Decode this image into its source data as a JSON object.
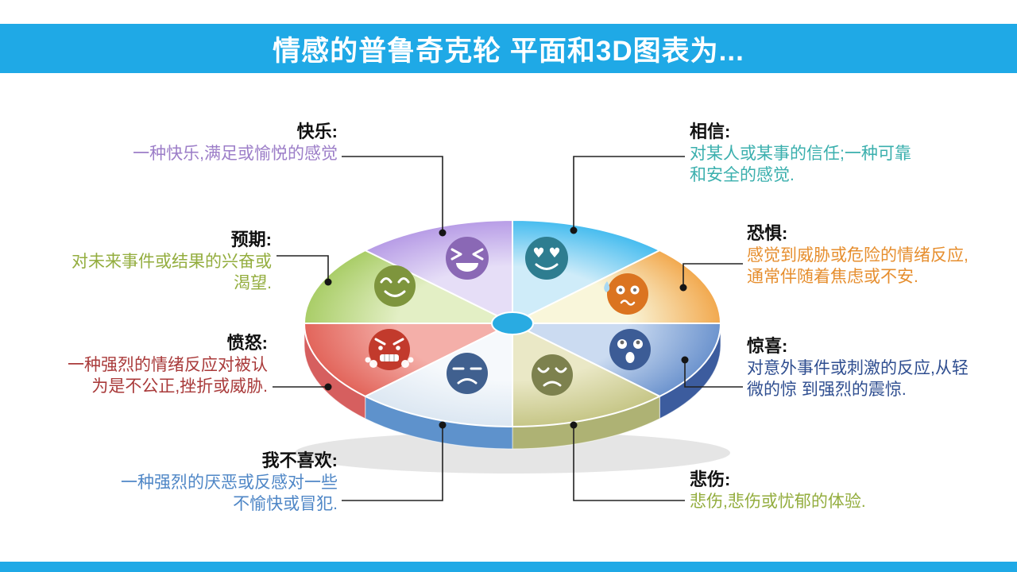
{
  "header": {
    "title": "情感的普鲁奇克轮 平面和3D图表为..."
  },
  "theme": {
    "banner_color": "#1FA9E6",
    "banner_text_color": "#FFFFFF",
    "background_color": "#FFFFFF",
    "wheel_center_color": "#29ABE2"
  },
  "emotions": [
    {
      "id": "joy",
      "name": "快乐:",
      "desc": "一种快乐,满足或愉悦的感觉",
      "icon": "laughing-face-emoji",
      "text_color": "#9C7EC8",
      "slice_light": "#E6DEF7",
      "slice_edge": "#B79CE6",
      "face_color": "#8A68B5"
    },
    {
      "id": "trust",
      "name": "相信:",
      "desc": "对某人或某事的信任;一种可靠和安全的感觉.",
      "icon": "heart-eyes-face-emoji",
      "text_color": "#3AAFAD",
      "slice_light": "#CFECF9",
      "slice_edge": "#46BCEF",
      "face_color": "#2E7D90"
    },
    {
      "id": "anticipation",
      "name": "预期:",
      "desc": "对未来事件或结果的兴奋或渴望.",
      "icon": "smiling-face-emoji",
      "text_color": "#93AD3E",
      "slice_light": "#E3EFC5",
      "slice_edge": "#A9CD67",
      "face_color": "#7E953D"
    },
    {
      "id": "fear",
      "name": "恐惧:",
      "desc": "感觉到威胁或危险的情绪反应,通常伴随着焦虑或不安.",
      "icon": "anxious-sweat-face-emoji",
      "text_color": "#E68E2E",
      "slice_light": "#F9F6DA",
      "slice_edge": "#F2A94F",
      "face_color": "#DB7420"
    },
    {
      "id": "anger",
      "name": "愤怒:",
      "desc": "一种强烈的情绪反应对被认为是不公正,挫折或威胁.",
      "icon": "angry-face-emoji",
      "text_color": "#A93A3A",
      "slice_light": "#F4AFA9",
      "slice_edge": "#E2655B",
      "face_color": "#C23A2C",
      "rim_color": "#D65F5F"
    },
    {
      "id": "surprise",
      "name": "惊喜:",
      "desc": "对意外事件或刺激的反应,从轻微的惊 到强烈的震惊.",
      "icon": "astonished-face-emoji",
      "text_color": "#2F4E90",
      "slice_light": "#CBDBF1",
      "slice_edge": "#6D94CE",
      "face_color": "#3C5C96",
      "rim_color": "#3C5C9E"
    },
    {
      "id": "dislike",
      "name": "我不喜欢:",
      "desc": "一种强烈的厌恶或反感对一些不愉快或冒犯.",
      "icon": "unamused-face-emoji",
      "text_color": "#4E86C6",
      "slice_light": "#F6F9FC",
      "slice_edge": "#DCE7F2",
      "face_color": "#40608F",
      "rim_color": "#5E92CC"
    },
    {
      "id": "sadness",
      "name": "悲伤:",
      "desc": "悲伤,悲伤或忧郁的体验.",
      "icon": "sad-face-emoji",
      "text_color": "#93AD3E",
      "slice_light": "#EAE8C6",
      "slice_edge": "#C6C687",
      "face_color": "#7D814E",
      "rim_color": "#AEB274"
    }
  ]
}
